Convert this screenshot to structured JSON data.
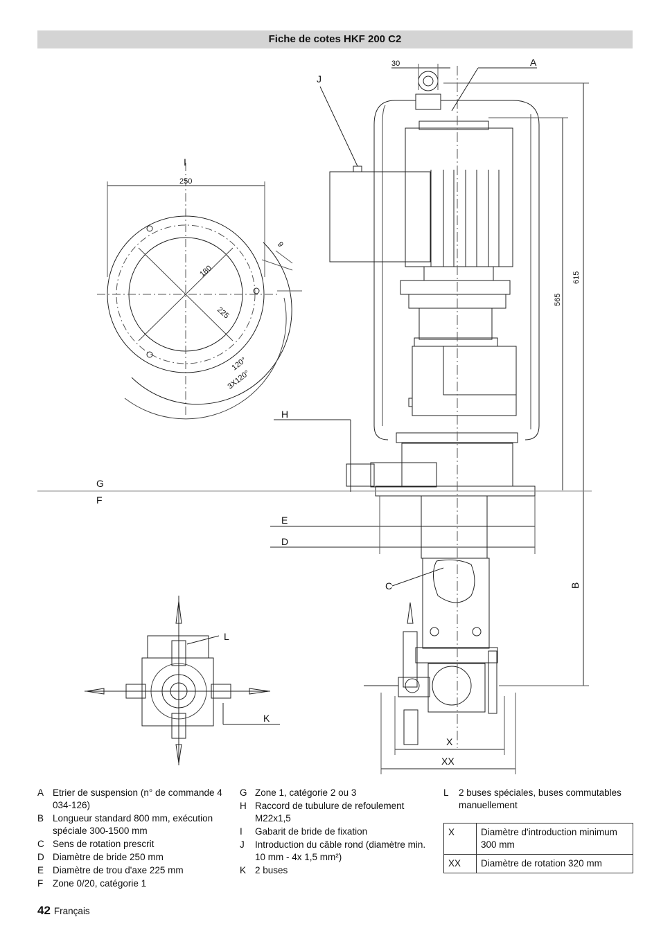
{
  "header": {
    "title": "Fiche de cotes HKF 200 C2"
  },
  "drawing": {
    "labels": {
      "A": "A",
      "B": "B",
      "C": "C",
      "D": "D",
      "E": "E",
      "F": "F",
      "G": "G",
      "H": "H",
      "I": "I",
      "J": "J",
      "K": "K",
      "L": "L",
      "X": "X",
      "XX": "XX"
    },
    "dimensions": {
      "d30": "30",
      "d250": "250",
      "d9": "9",
      "d180": "180",
      "d225": "225",
      "d120": "120°",
      "d3x120": "3X120°",
      "d565": "565",
      "d615": "615"
    }
  },
  "legend": {
    "col1": [
      {
        "key": "A",
        "text": "Etrier de suspension (n° de commande 4 034-126)"
      },
      {
        "key": "B",
        "text": "Longueur standard 800 mm, exécution spéciale 300-1500 mm"
      },
      {
        "key": "C",
        "text": "Sens de rotation prescrit"
      },
      {
        "key": "D",
        "text": "Diamètre de bride 250 mm"
      },
      {
        "key": "E",
        "text": "Diamètre de trou d'axe 225 mm"
      },
      {
        "key": "F",
        "text": "Zone 0/20, catégorie 1"
      }
    ],
    "col2": [
      {
        "key": "G",
        "text": "Zone 1, catégorie 2 ou 3"
      },
      {
        "key": "H",
        "text": "Raccord de tubulure de refoulement M22x1,5"
      },
      {
        "key": "I",
        "text": "Gabarit de bride de fixation"
      },
      {
        "key": "J",
        "text": "Introduction du câble rond (diamètre min. 10 mm - 4x 1,5 mm²)"
      },
      {
        "key": "K",
        "text": "2 buses"
      }
    ],
    "col3": [
      {
        "key": "L",
        "text": "2 buses spéciales, buses commutables manuellement"
      }
    ]
  },
  "spec_table": [
    {
      "key": "X",
      "text": "Diamètre d'introduction minimum 300 mm"
    },
    {
      "key": "XX",
      "text": "Diamètre de rotation 320 mm"
    }
  ],
  "footer": {
    "page_number": "42",
    "language": "Français"
  }
}
